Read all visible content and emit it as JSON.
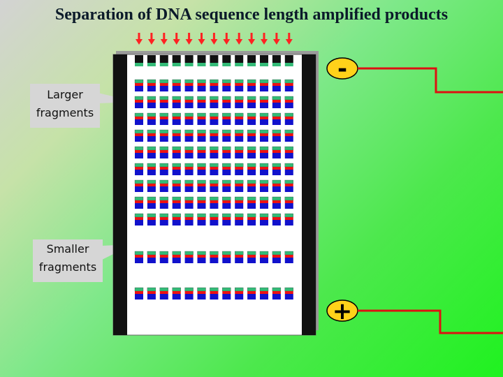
{
  "title": "Separation of DNA sequence length amplified products",
  "labels": {
    "larger": [
      "Larger",
      "fragments"
    ],
    "smaller": [
      "Smaller",
      "fragments"
    ]
  },
  "electrodes": {
    "negative": "-",
    "positive": "+"
  },
  "colors": {
    "band_top": "#33bb77",
    "band_mid": "#ee1111",
    "band_bottom": "#1111cc",
    "arrow": "#ff2222",
    "electrode_fill": "#ffd21a",
    "wire": "#dd1111",
    "gel": "#ffffff",
    "gel_border": "#111111"
  },
  "lane_count": 13
}
